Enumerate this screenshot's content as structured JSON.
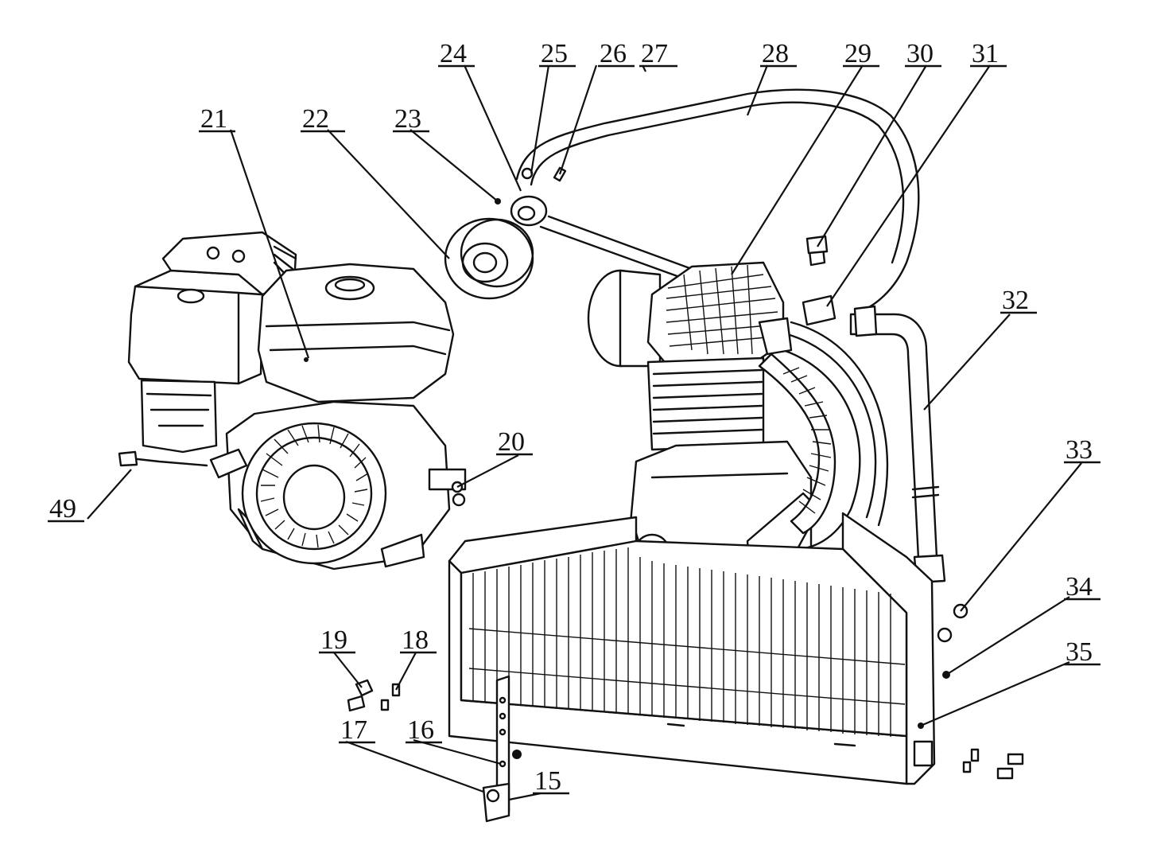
{
  "callouts": [
    {
      "id": "c15",
      "text": "15"
    },
    {
      "id": "c16",
      "text": "16"
    },
    {
      "id": "c17",
      "text": "17"
    },
    {
      "id": "c18",
      "text": "18"
    },
    {
      "id": "c19",
      "text": "19"
    },
    {
      "id": "c20",
      "text": "20"
    },
    {
      "id": "c21",
      "text": "21"
    },
    {
      "id": "c22",
      "text": "22"
    },
    {
      "id": "c23",
      "text": "23"
    },
    {
      "id": "c24",
      "text": "24"
    },
    {
      "id": "c25",
      "text": "25"
    },
    {
      "id": "c26",
      "text": "26"
    },
    {
      "id": "c27",
      "text": "27"
    },
    {
      "id": "c28",
      "text": "28"
    },
    {
      "id": "c29",
      "text": "29"
    },
    {
      "id": "c30",
      "text": "30"
    },
    {
      "id": "c31",
      "text": "31"
    },
    {
      "id": "c32",
      "text": "32"
    },
    {
      "id": "c33",
      "text": "33"
    },
    {
      "id": "c34",
      "text": "34"
    },
    {
      "id": "c35",
      "text": "35"
    },
    {
      "id": "c49",
      "text": "49"
    }
  ]
}
